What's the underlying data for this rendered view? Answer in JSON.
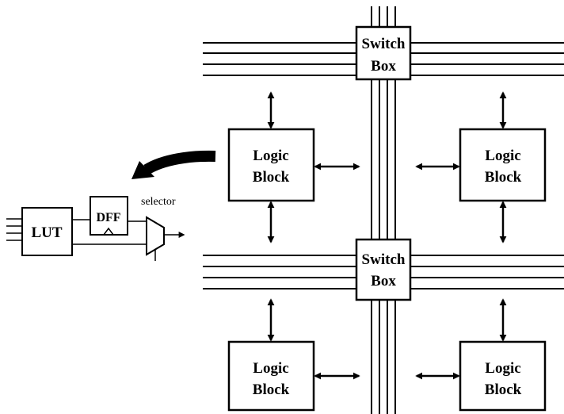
{
  "switch_boxes": [
    {
      "line1": "Switch",
      "line2": "Box"
    },
    {
      "line1": "Switch",
      "line2": "Box"
    }
  ],
  "logic_blocks": [
    {
      "line1": "Logic",
      "line2": "Block"
    },
    {
      "line1": "Logic",
      "line2": "Block"
    },
    {
      "line1": "Logic",
      "line2": "Block"
    },
    {
      "line1": "Logic",
      "line2": "Block"
    }
  ],
  "detail": {
    "lut_label": "LUT",
    "dff_label": "DFF",
    "selector_label": "selector"
  },
  "colors": {
    "stroke": "#000000",
    "fill": "#ffffff"
  }
}
